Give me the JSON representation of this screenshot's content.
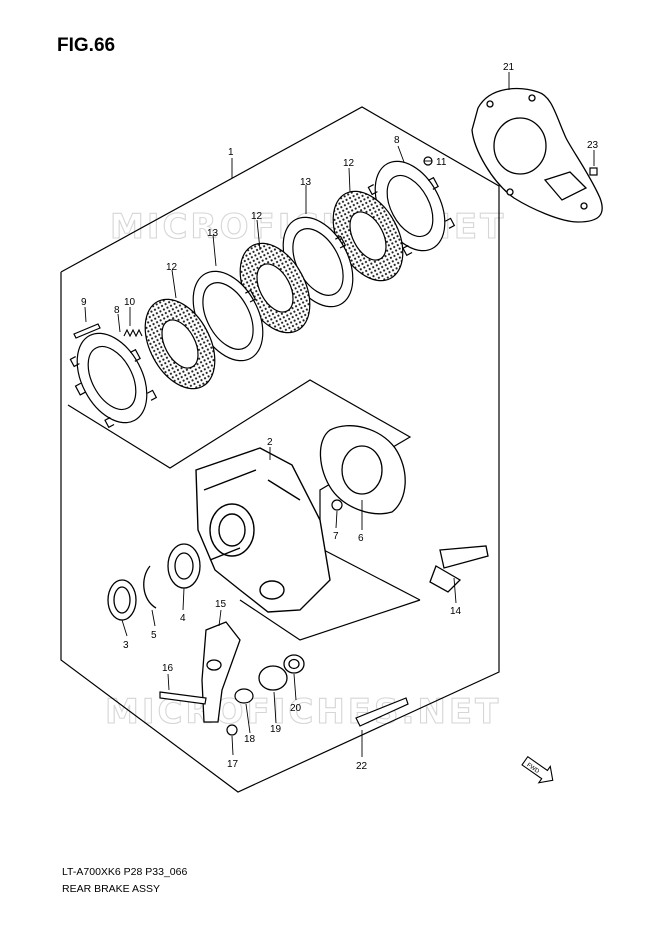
{
  "figure": {
    "title": "FIG.66",
    "code": "LT-A700XK6 P28 P33_066",
    "name": "REAR BRAKE ASSY"
  },
  "watermark": "MICROFICHES.NET",
  "callouts": {
    "p1": "1",
    "p2": "2",
    "p3": "3",
    "p4": "4",
    "p5": "5",
    "p6": "6",
    "p7": "7",
    "p8a": "8",
    "p8b": "8",
    "p9": "9",
    "p10": "10",
    "p11": "11",
    "p12a": "12",
    "p12b": "12",
    "p12c": "12",
    "p13a": "13",
    "p13b": "13",
    "p14": "14",
    "p15": "15",
    "p16": "16",
    "p17": "17",
    "p18": "18",
    "p19": "19",
    "p20": "20",
    "p21": "21",
    "p22": "22",
    "p23": "23"
  },
  "fwd_label": "FWD"
}
